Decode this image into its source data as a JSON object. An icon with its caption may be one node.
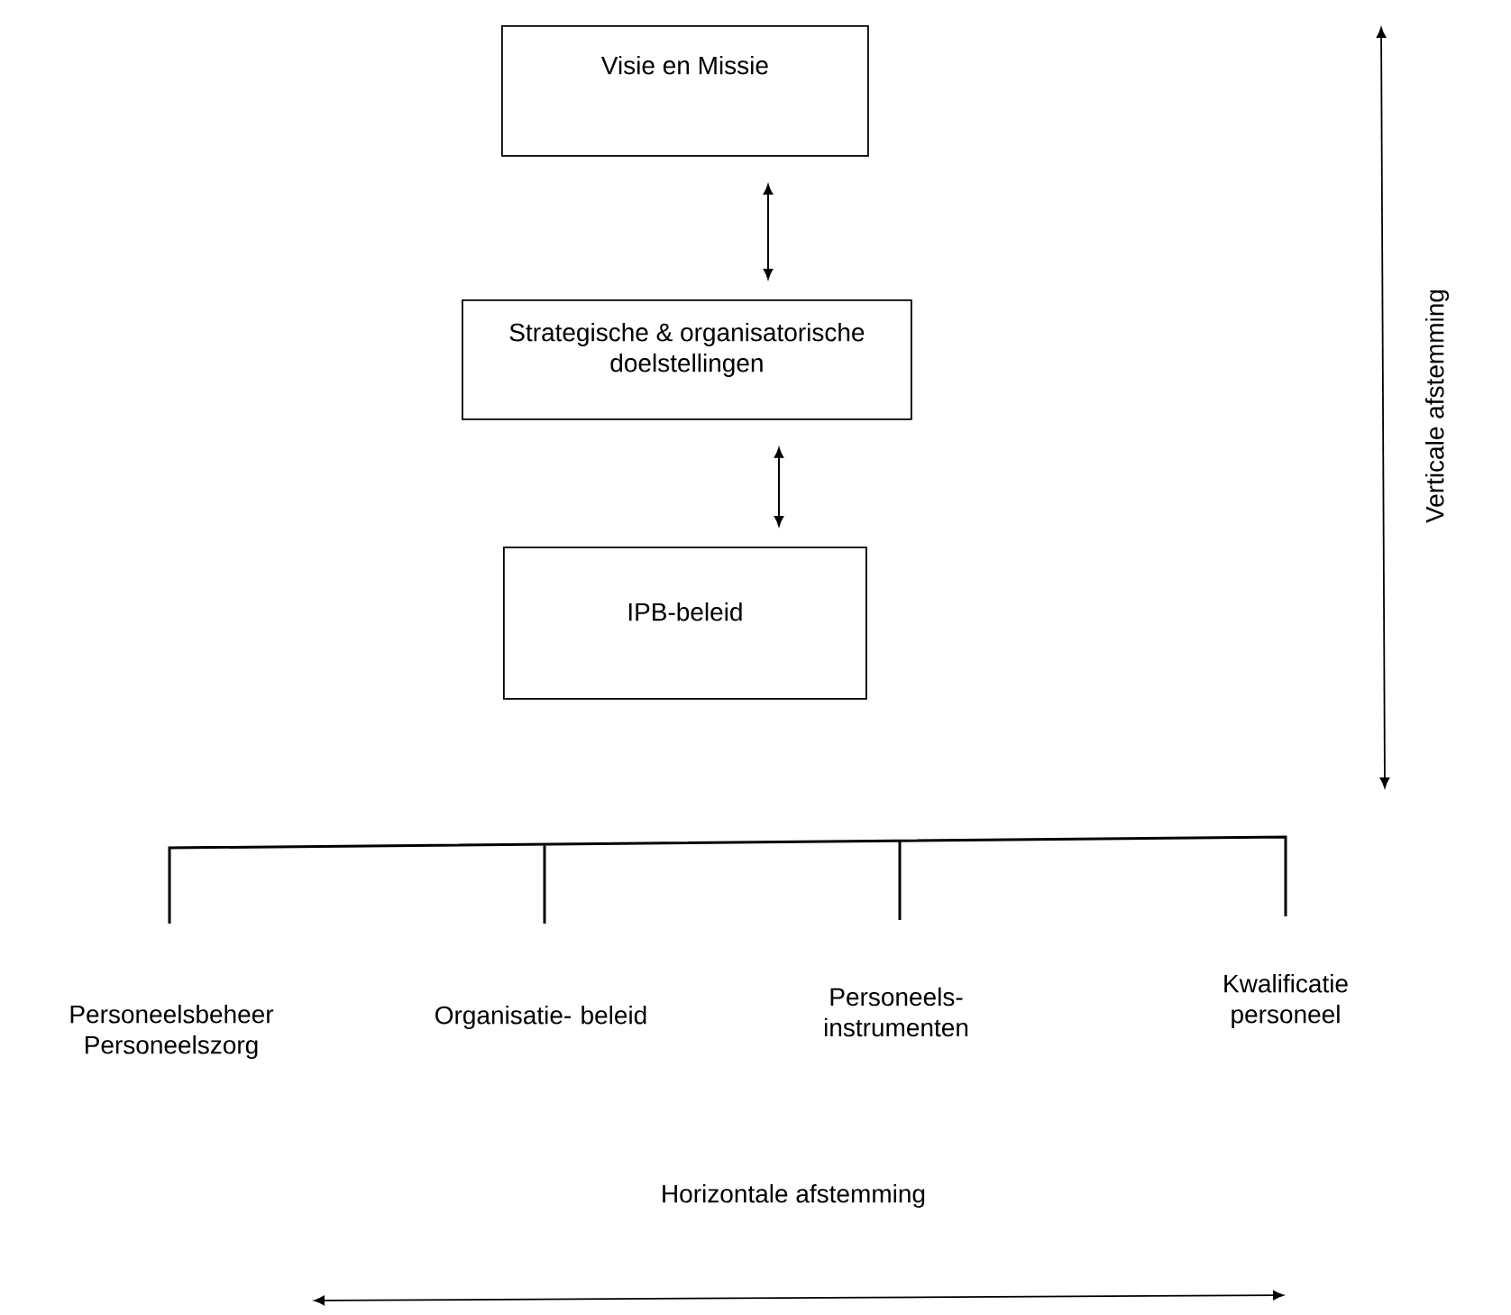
{
  "diagram": {
    "nodes": [
      {
        "text": [
          "Visie en Missie"
        ]
      },
      {
        "text": [
          "Strategische & organisatorische doelstellingen"
        ]
      },
      {
        "text": [
          "IPB-beleid"
        ]
      },
      {
        "text": [
          "Personeelsbeheer Personeelszorg"
        ]
      },
      {
        "text": [
          "Organisatie- beleid"
        ]
      },
      {
        "text": [
          "Personeels- instrumenten"
        ]
      },
      {
        "text": [
          "Kwalificatie personeel"
        ]
      }
    ],
    "edges": [
      {
        "from": 0,
        "to": 1,
        "arrow": "both"
      },
      {
        "from": 1,
        "to": 2,
        "arrow": "both"
      }
    ],
    "labels": [
      "Verticale afstemming",
      "Horizontale afstemming"
    ]
  }
}
